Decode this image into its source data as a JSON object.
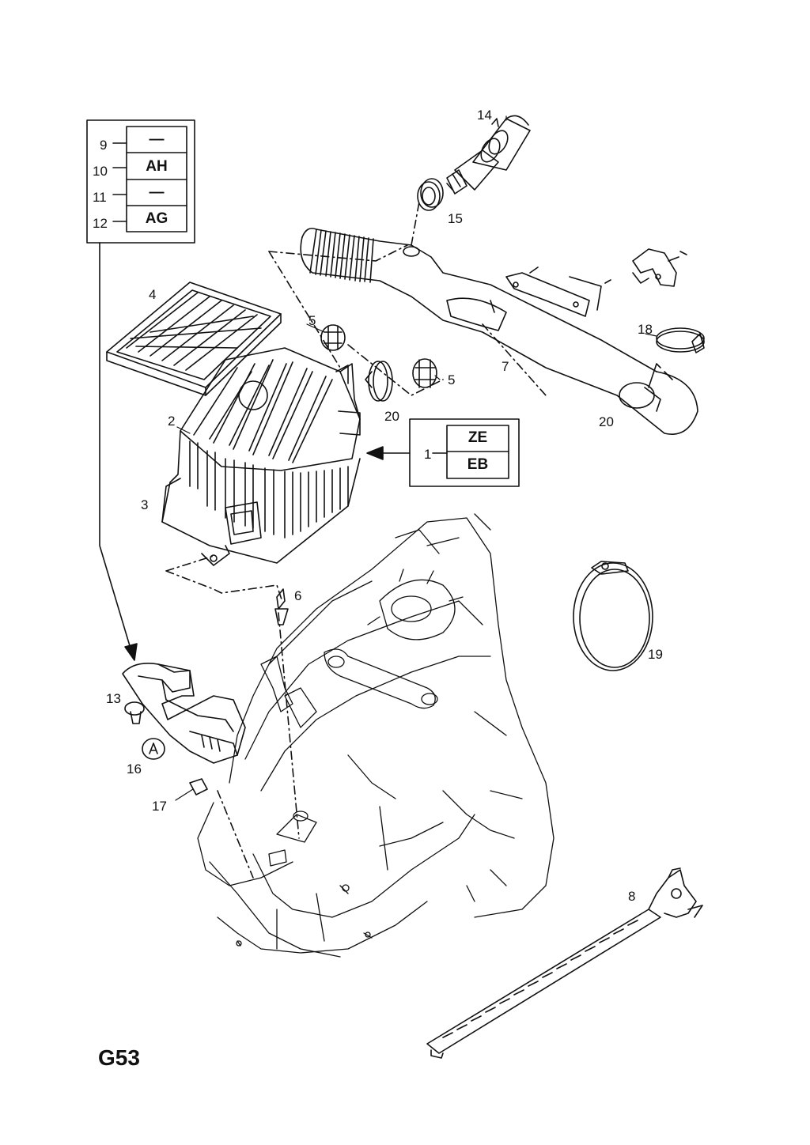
{
  "page_code": "G53",
  "legend_box": {
    "rows": [
      {
        "num": "9",
        "code": "—"
      },
      {
        "num": "10",
        "code": "AH"
      },
      {
        "num": "11",
        "code": "—"
      },
      {
        "num": "12",
        "code": "AG"
      }
    ]
  },
  "variant_box": {
    "num": "1",
    "codes": [
      "ZE",
      "EB"
    ]
  },
  "callouts": {
    "c14": "14",
    "c15": "15",
    "c4": "4",
    "c5a": "5",
    "c5b": "5",
    "c7": "7",
    "c18": "18",
    "c20a": "20",
    "c20b": "20",
    "c2": "2",
    "c3": "3",
    "c6": "6",
    "c19": "19",
    "c13": "13",
    "c16": "16",
    "c17": "17",
    "c8": "8"
  }
}
